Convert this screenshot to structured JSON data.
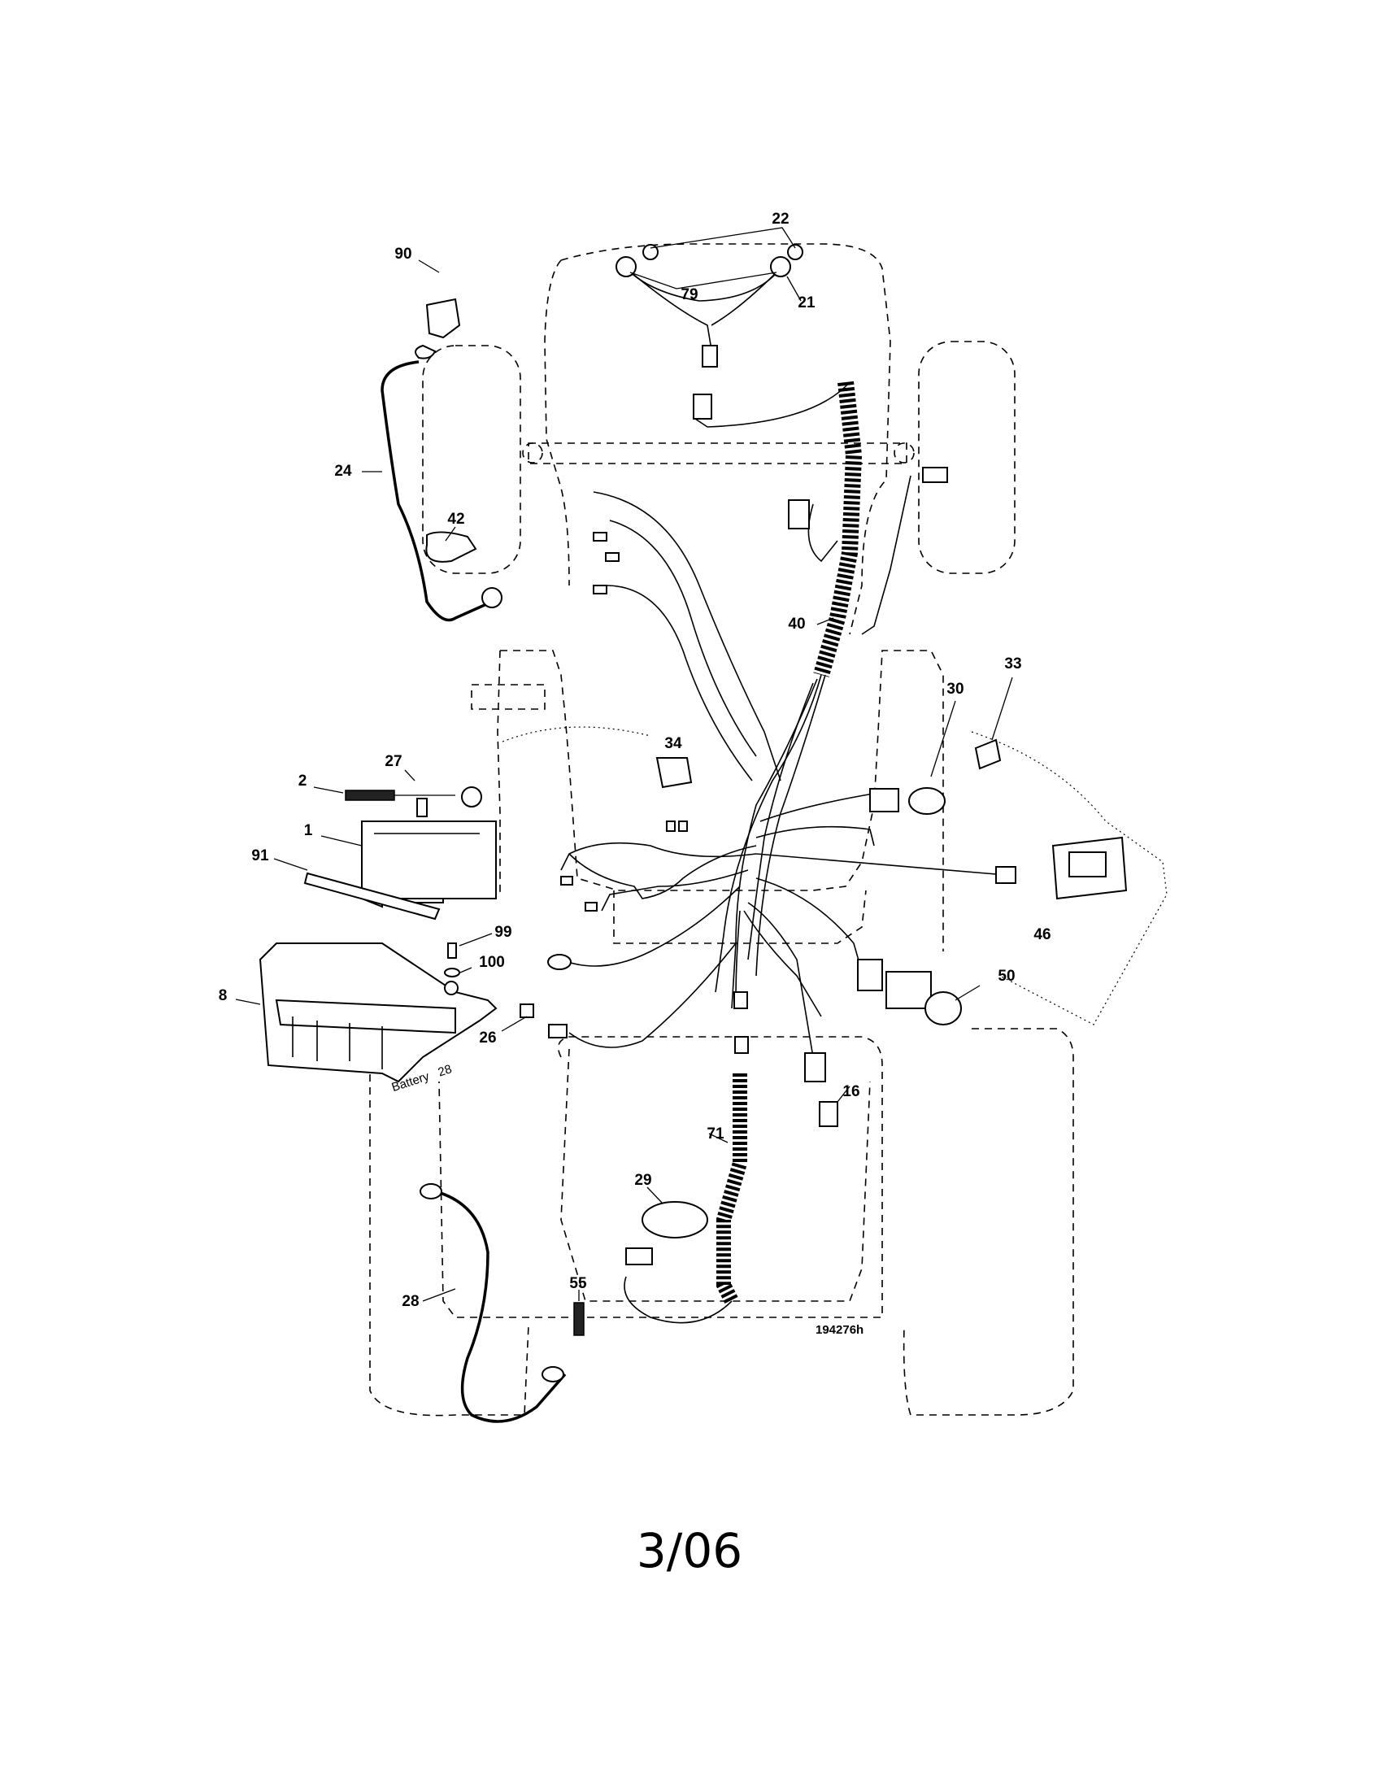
{
  "callouts": {
    "c22": "22",
    "c79": "79",
    "c21": "21",
    "c90": "90",
    "c24": "24",
    "c42": "42",
    "c40": "40",
    "c33": "33",
    "c30": "30",
    "c34": "34",
    "c27": "27",
    "c2": "2",
    "c1": "1",
    "c91": "91",
    "c99": "99",
    "c100": "100",
    "c8": "8",
    "c26": "26",
    "c46": "46",
    "c50": "50",
    "c16": "16",
    "c71": "71",
    "c29": "29",
    "c55": "55",
    "c28": "28"
  },
  "battery_label": "Battery",
  "battery_num": "28",
  "diagram_code": "194276h",
  "date": "3/06"
}
